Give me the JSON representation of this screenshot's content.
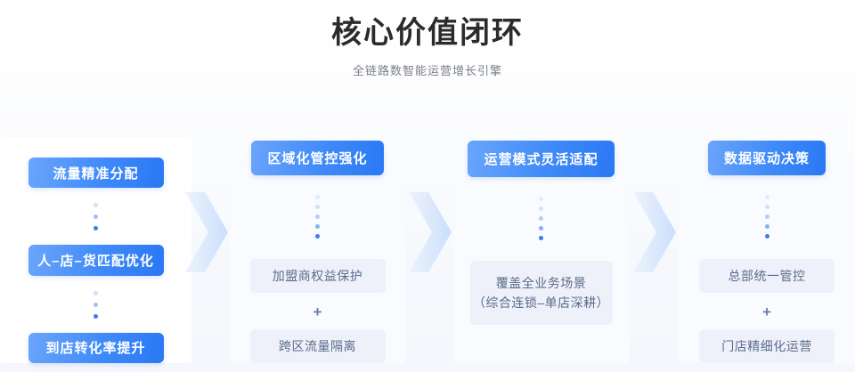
{
  "header": {
    "title": "核心价值闭环",
    "subtitle": "全链路数智能运营增长引擎"
  },
  "colors": {
    "accent_blue_light": "#6aa5fb",
    "accent_blue": "#3f8af8",
    "accent_blue_dark": "#2a78f4",
    "card_light_bg": "#eef1f9",
    "card_light_text": "#5b6b8c",
    "panel_bg": "#ffffff",
    "page_bg": "#f6f8fd",
    "dot_blue": "#3a7df0",
    "plus_color": "#6c7ea6"
  },
  "flow": {
    "columns": [
      {
        "id": "col-1",
        "style": "stacked-blue",
        "cards": [
          {
            "label": "流量精准分配"
          },
          {
            "label": "人–店–货匹配优化"
          },
          {
            "label": "到店转化率提升"
          }
        ],
        "connector_dots": 3
      },
      {
        "id": "col-2",
        "style": "header-plus-list",
        "header": "区域化管控强化",
        "connector_dots": 5,
        "items": [
          {
            "label": "加盟商权益保护"
          },
          {
            "label": "跨区流量隔离"
          }
        ],
        "separator": "+"
      },
      {
        "id": "col-3",
        "style": "header-single",
        "header": "运营模式灵活适配",
        "connector_dots": 5,
        "items": [
          {
            "label": "覆盖全业务场景",
            "sublabel": "（综合连锁–单店深耕）"
          }
        ]
      },
      {
        "id": "col-4",
        "style": "header-plus-list",
        "header": "数据驱动决策",
        "connector_dots": 5,
        "items": [
          {
            "label": "总部统一管控"
          },
          {
            "label": "门店精细化运营"
          }
        ],
        "separator": "+"
      }
    ],
    "arrows": [
      {
        "name": "arrow-col1-to-col2"
      },
      {
        "name": "arrow-col2-to-col3"
      },
      {
        "name": "arrow-col3-to-col4"
      }
    ]
  }
}
